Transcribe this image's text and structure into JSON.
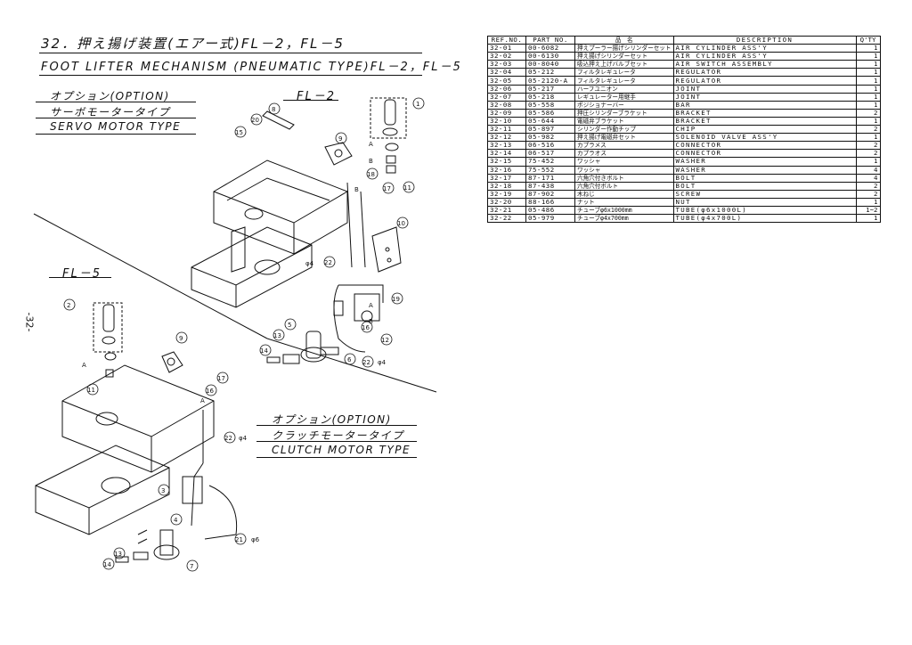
{
  "page": {
    "title_jp": "32．押え揚げ装置(エアー式)FL－2，FL－5",
    "title_en": "FOOT LIFTER MECHANISM (PNEUMATIC TYPE)FL－2，FL－5",
    "page_number": "-32-"
  },
  "fl2": {
    "label": "FL－2",
    "option": "オプション(OPTION)",
    "motor_jp": "サーボモータータイプ",
    "motor_en": "SERVO MOTOR TYPE"
  },
  "fl5": {
    "label": "FL－5",
    "option": "オプション(OPTION)",
    "motor_jp": "クラッチモータータイプ",
    "motor_en": "CLUTCH MOTOR TYPE"
  },
  "diagram_text": {
    "a": "A",
    "b": "B",
    "phi4": "φ4",
    "phi6": "φ6"
  },
  "table": {
    "headers": {
      "ref": "REF.NO.",
      "part": "PART NO.",
      "name_jp": "品　名",
      "desc": "DESCRIPTION",
      "qty": "Q'TY"
    },
    "rows": [
      {
        "ref": "32-01",
        "part": "00-6082",
        "jp": "押えプーラー揚げシリンダーセット",
        "desc": "AIR CYLINDER ASS'Y",
        "qty": "1"
      },
      {
        "ref": "32-02",
        "part": "00-6130",
        "jp": "押え揚げシリンダーセット",
        "desc": "AIR CYLINDER ASS'Y",
        "qty": "1"
      },
      {
        "ref": "32-03",
        "part": "00-8040",
        "jp": "吸込押え上げバルブセット",
        "desc": "AIR SWITCH ASSEMBLY",
        "qty": "1"
      },
      {
        "ref": "32-04",
        "part": "05-212",
        "jp": "フィルタレギュレータ",
        "desc": "REGULATOR",
        "qty": "1"
      },
      {
        "ref": "32-05",
        "part": "05-2120-A",
        "jp": "フィルタレギュレータ",
        "desc": "REGULATOR",
        "qty": "1"
      },
      {
        "ref": "32-06",
        "part": "05-217",
        "jp": "ハーフユニオン",
        "desc": "JOINT",
        "qty": "1"
      },
      {
        "ref": "32-07",
        "part": "05-218",
        "jp": "レギュレーター用継手",
        "desc": "JOINT",
        "qty": "1"
      },
      {
        "ref": "32-08",
        "part": "05-558",
        "jp": "ポジショナーバー",
        "desc": "BAR",
        "qty": "1"
      },
      {
        "ref": "32-09",
        "part": "05-586",
        "jp": "押圧シリンダーブラケット",
        "desc": "BRACKET",
        "qty": "2"
      },
      {
        "ref": "32-10",
        "part": "05-644",
        "jp": "電磁弁ブラケット",
        "desc": "BRACKET",
        "qty": "1"
      },
      {
        "ref": "32-11",
        "part": "05-897",
        "jp": "シリンダー作動チップ",
        "desc": "CHIP",
        "qty": "2"
      },
      {
        "ref": "32-12",
        "part": "05-982",
        "jp": "押え揚げ電磁弁セット",
        "desc": "SOLENOID VALVE ASS'Y",
        "qty": "1"
      },
      {
        "ref": "32-13",
        "part": "06-516",
        "jp": "カプラメス",
        "desc": "CONNECTOR",
        "qty": "2"
      },
      {
        "ref": "32-14",
        "part": "06-517",
        "jp": "カプラオス",
        "desc": "CONNECTOR",
        "qty": "2"
      },
      {
        "ref": "32-15",
        "part": "75-452",
        "jp": "ワッシャ",
        "desc": "WASHER",
        "qty": "1"
      },
      {
        "ref": "32-16",
        "part": "75-552",
        "jp": "ワッシャ",
        "desc": "WASHER",
        "qty": "4"
      },
      {
        "ref": "32-17",
        "part": "87-171",
        "jp": "六角穴付きボルト",
        "desc": "BOLT",
        "qty": "4"
      },
      {
        "ref": "32-18",
        "part": "87-438",
        "jp": "六角穴付ボルト",
        "desc": "BOLT",
        "qty": "2"
      },
      {
        "ref": "32-19",
        "part": "87-902",
        "jp": "木ねじ",
        "desc": "SCREW",
        "qty": "2"
      },
      {
        "ref": "32-20",
        "part": "88-166",
        "jp": "ナット",
        "desc": "NUT",
        "qty": "1"
      },
      {
        "ref": "32-21",
        "part": "05-486",
        "jp": "チューブφ6x1000mm",
        "desc": "TUBE(φ6x1000L)",
        "qty": "1~2"
      },
      {
        "ref": "32-22",
        "part": "05-979",
        "jp": "チューブφ4x700mm",
        "desc": "TUBE(φ4x700L)",
        "qty": "1"
      }
    ]
  }
}
